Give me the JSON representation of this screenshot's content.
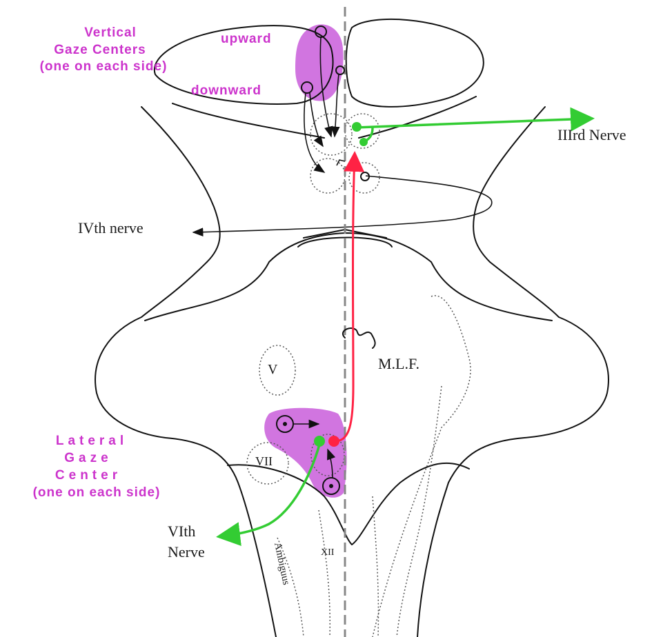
{
  "colors": {
    "gaze_center_fill": "#cc66dd",
    "label_magenta": "#cc33cc",
    "output_green": "#33cc33",
    "mlf_red": "#ff2244",
    "outline": "#111111"
  },
  "labels": {
    "vertical_title_1": "Vertical",
    "vertical_title_2": "Gaze  Centers",
    "vertical_title_3": "(one  on  each  side)",
    "upward": "upward",
    "downward": "downward",
    "third_nerve": "IIIrd Nerve",
    "fourth_nerve": "IVth nerve",
    "mlf": "M.L.F.",
    "trigeminal": "V",
    "facial": "VII",
    "lateral_title_1": "Lateral",
    "lateral_title_2": "Gaze",
    "lateral_title_3": "Center",
    "lateral_title_4": "(one  on  each  side)",
    "sixth_nerve_1": "VIth",
    "sixth_nerve_2": "Nerve",
    "hypoglossal": "XII",
    "ambiguus": "Ambiguus"
  }
}
